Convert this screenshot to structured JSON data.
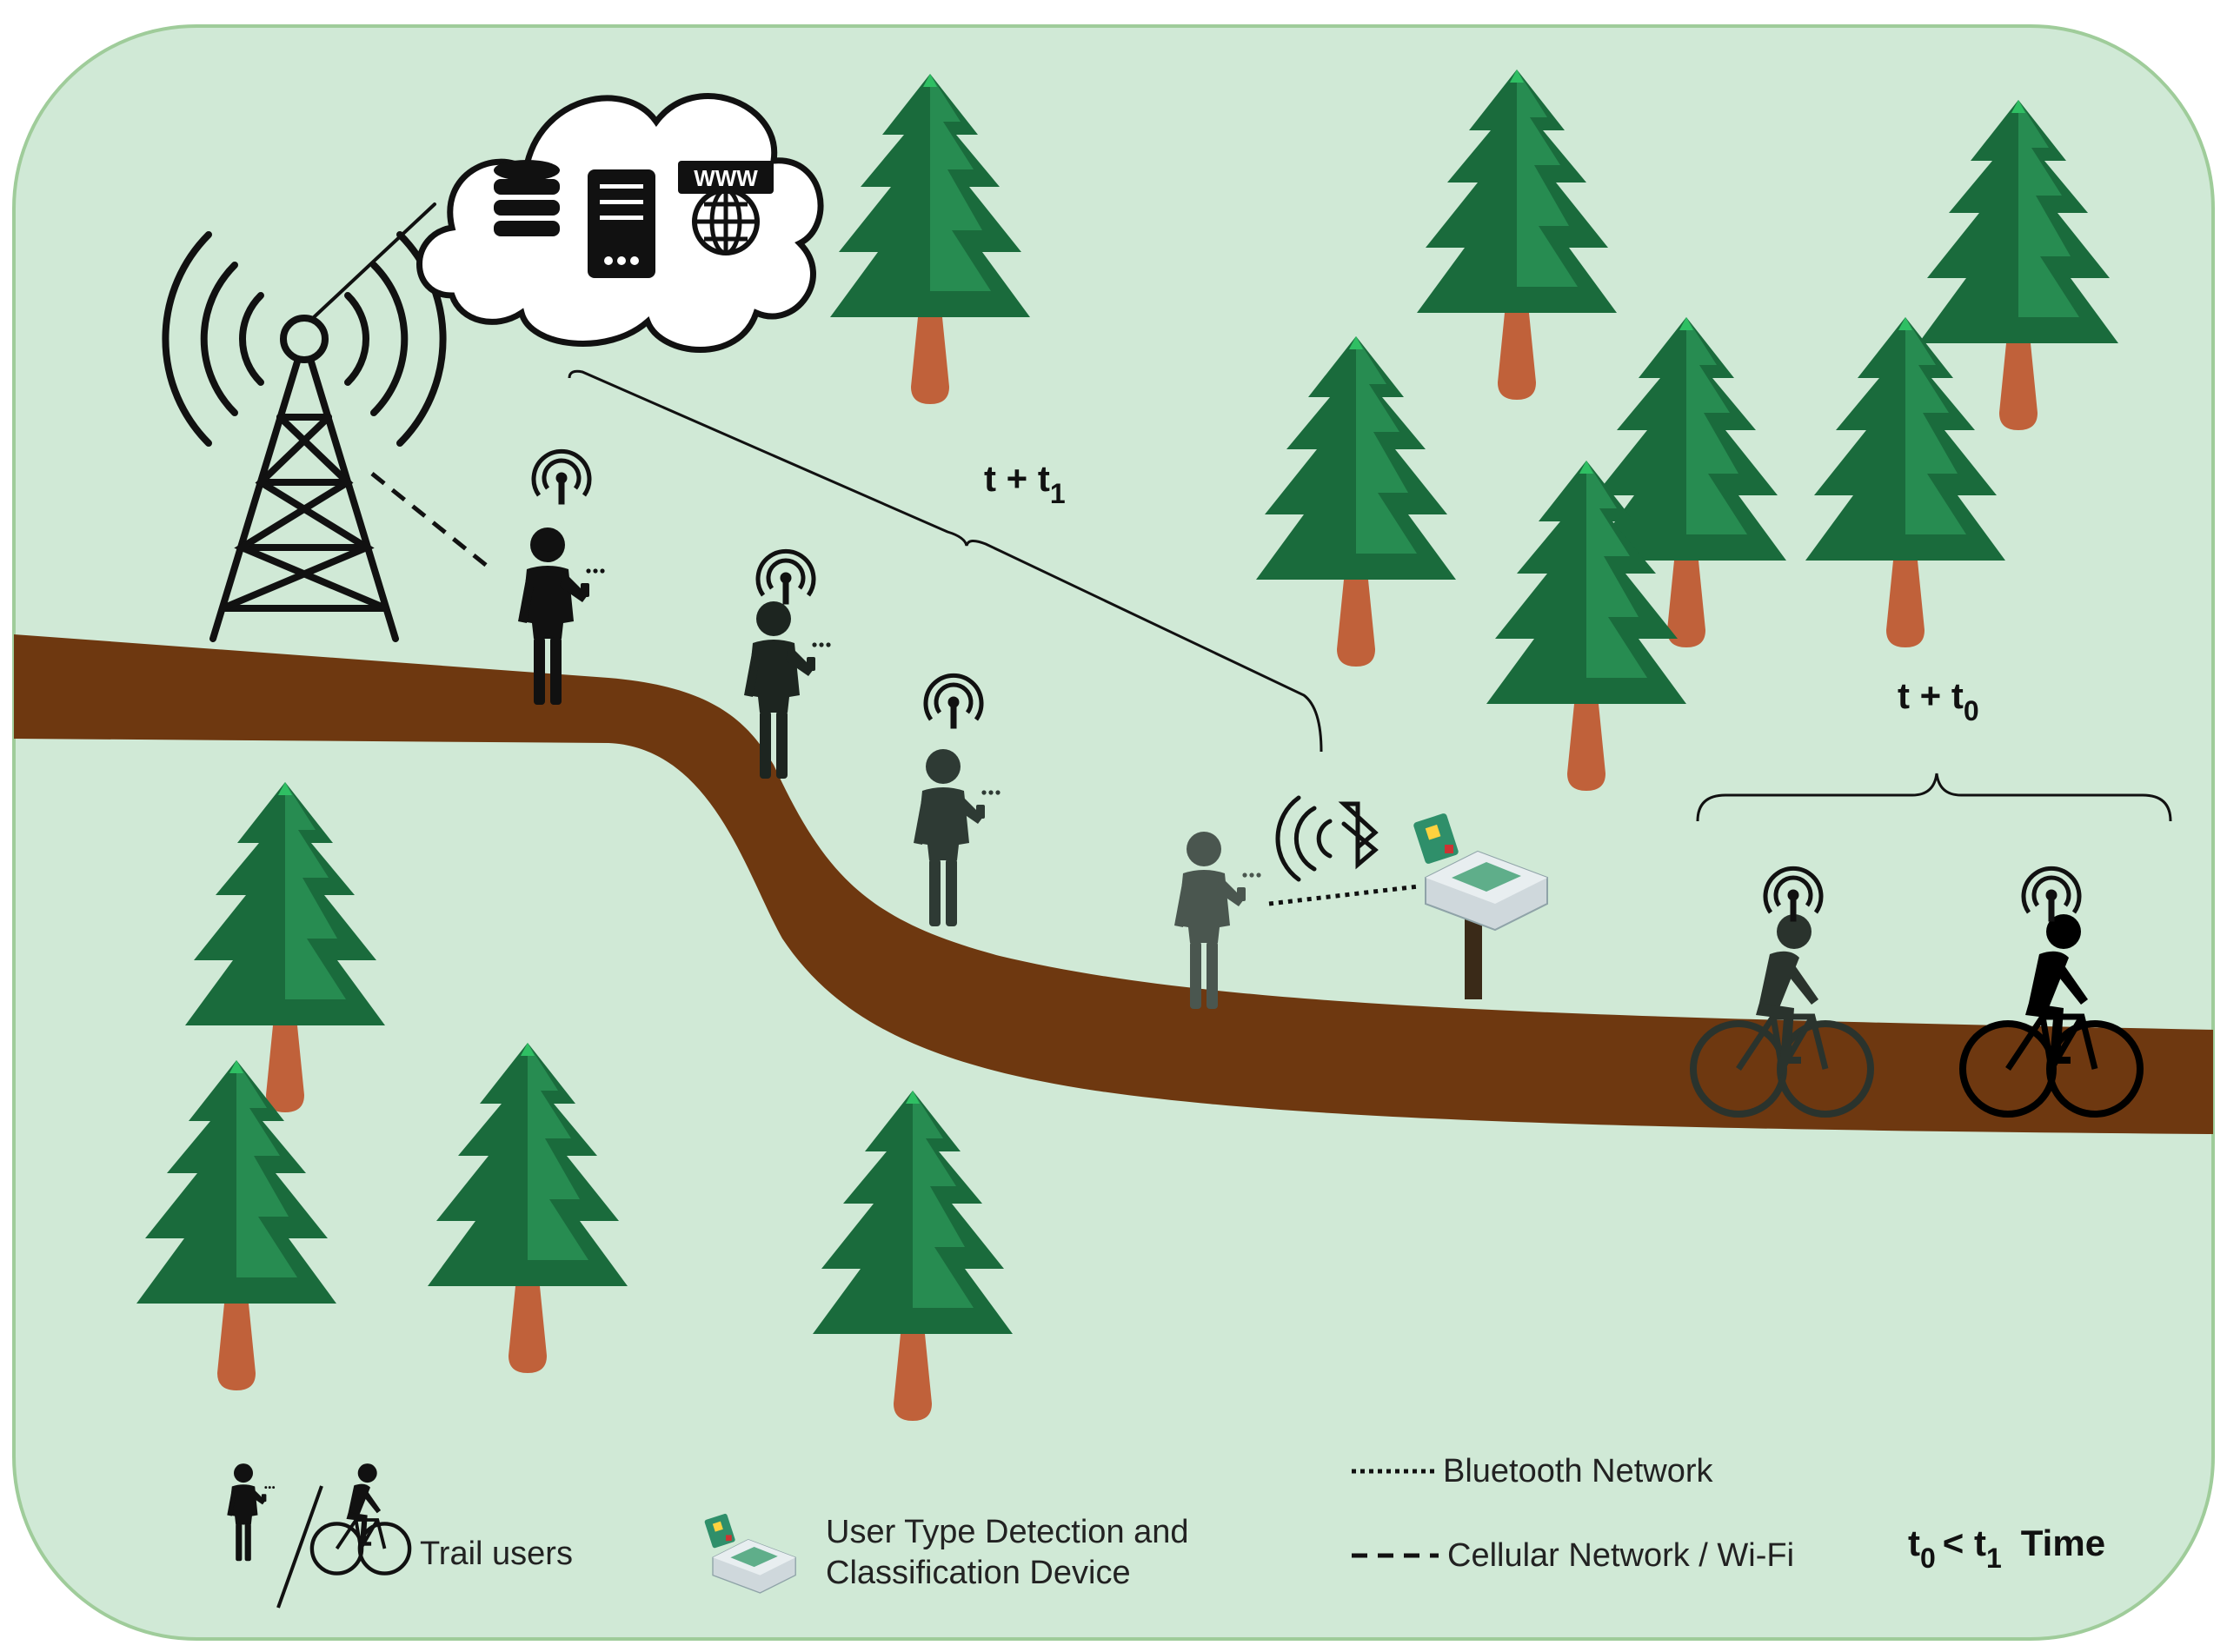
{
  "diagram": {
    "interval_top": {
      "t": "t + t",
      "sub": "1"
    },
    "interval_right": {
      "t": "t + t",
      "sub": "0"
    },
    "www_label": "WWW"
  },
  "legend": {
    "trail_users": "Trail users",
    "device_line1": "User Type Detection and",
    "device_line2": "Classification Device",
    "bluetooth": "Bluetooth Network",
    "cellular": "Cellular Network / Wi-Fi",
    "time_t0": "t",
    "time_sub0": "0",
    "time_lt": "< t",
    "time_sub1": "1",
    "time_word": "Time"
  },
  "colors": {
    "background": "#d0e9d6",
    "border": "#9fcc9a",
    "trail": "#6e3810",
    "tree_dark": "#1a6b3c",
    "tree_light": "#2e9a5a",
    "trunk": "#c0613a",
    "ink": "#111111"
  }
}
